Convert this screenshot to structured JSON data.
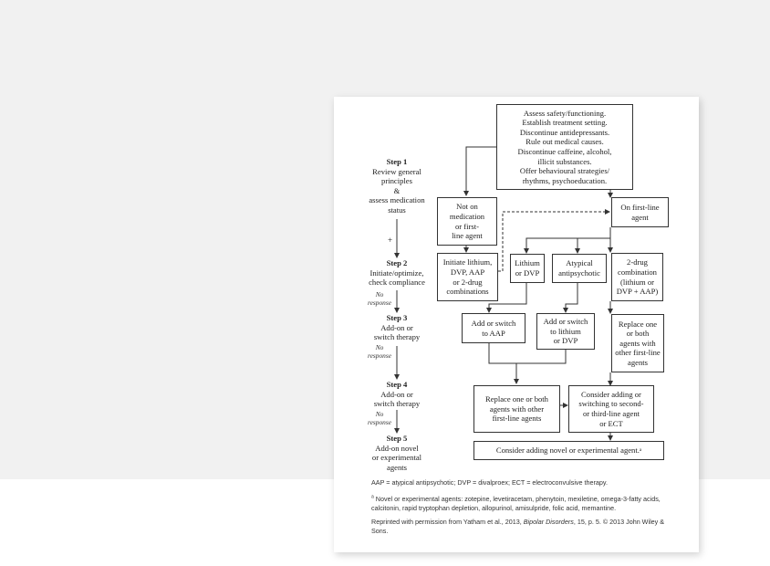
{
  "flowchart": {
    "boxes": {
      "assess": "Assess safety/functioning.\nEstablish treatment setting.\nDiscontinue antidepressants.\nRule out medical causes.\nDiscontinue caffeine, alcohol,\nillicit substances.\nOffer behavioural strategies/\nrhythms, psychoeducation.",
      "not_on_med": "Not on\nmedication\nor first-\nline agent",
      "on_first_line": "On first-line\nagent",
      "initiate": "Initiate lithium,\nDVP, AAP\nor 2-drug\ncombinations",
      "lithium_dvp": "Lithium\nor DVP",
      "atypical": "Atypical\nantipsychotic",
      "two_drug": "2-drug\ncombination\n(lithium or\nDVP + AAP)",
      "add_aap": "Add or switch\nto AAP",
      "add_li_dvp": "Add or switch\nto lithium\nor DVP",
      "replace_first_line": "Replace one\nor both\nagents with\nother first-line\nagents",
      "replace_other": "Replace one or both\nagents with other\nfirst-line agents",
      "consider_second": "Consider adding or\nswitching to second-\nor third-line agent\nor ECT",
      "consider_novel": "Consider adding novel or experimental agent."
    },
    "steps": [
      {
        "title": "Step 1",
        "text": "Review general\nprinciples\n&\nassess medication\nstatus"
      },
      {
        "title": "Step 2",
        "text": "Initiate/optimize,\ncheck compliance"
      },
      {
        "title": "Step 3",
        "text": "Add-on or\nswitch therapy"
      },
      {
        "title": "Step 4",
        "text": "Add-on or\nswitch therapy"
      },
      {
        "title": "Step 5",
        "text": "Add-on novel\nor experimental\nagents"
      }
    ],
    "no_response": "No\nresponse",
    "plus": "+"
  },
  "notes": {
    "abbreviations": "AAP = atypical antipsychotic; DVP = divalproex; ECT = electroconvulsive therapy.",
    "footnote_mark": "a",
    "footnote": "Novel or experimental agents: zotepine, levetiracetam, phenytoin, mexiletine, omega-3-fatty acids, calcitonin, rapid tryptophan depletion, allopurinol, amisulpride, folic acid, memantine.",
    "reprint_prefix": "Reprinted with permission from Yatham et al., 2013, ",
    "reprint_journal": "Bipolar Disorders",
    "reprint_suffix": ", 15, p. 5. © 2013 John Wiley & Sons."
  }
}
